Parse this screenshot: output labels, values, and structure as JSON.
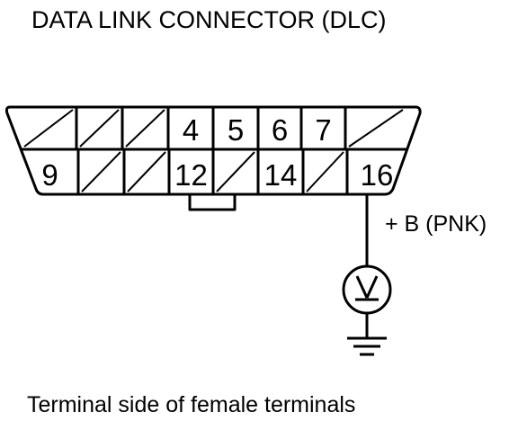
{
  "title": "DATA LINK CONNECTOR (DLC)",
  "connector": {
    "top_row": [
      "",
      "",
      "",
      "4",
      "5",
      "6",
      "7",
      ""
    ],
    "bottom_row": [
      "9",
      "",
      "",
      "12",
      "",
      "14",
      "",
      "16"
    ]
  },
  "wire_label": "+ B (PNK)",
  "meter": "voltmeter-icon",
  "ground": "ground-icon",
  "caption": "Terminal side of female terminals",
  "colors": {
    "line": "#000000",
    "background": "#ffffff"
  }
}
